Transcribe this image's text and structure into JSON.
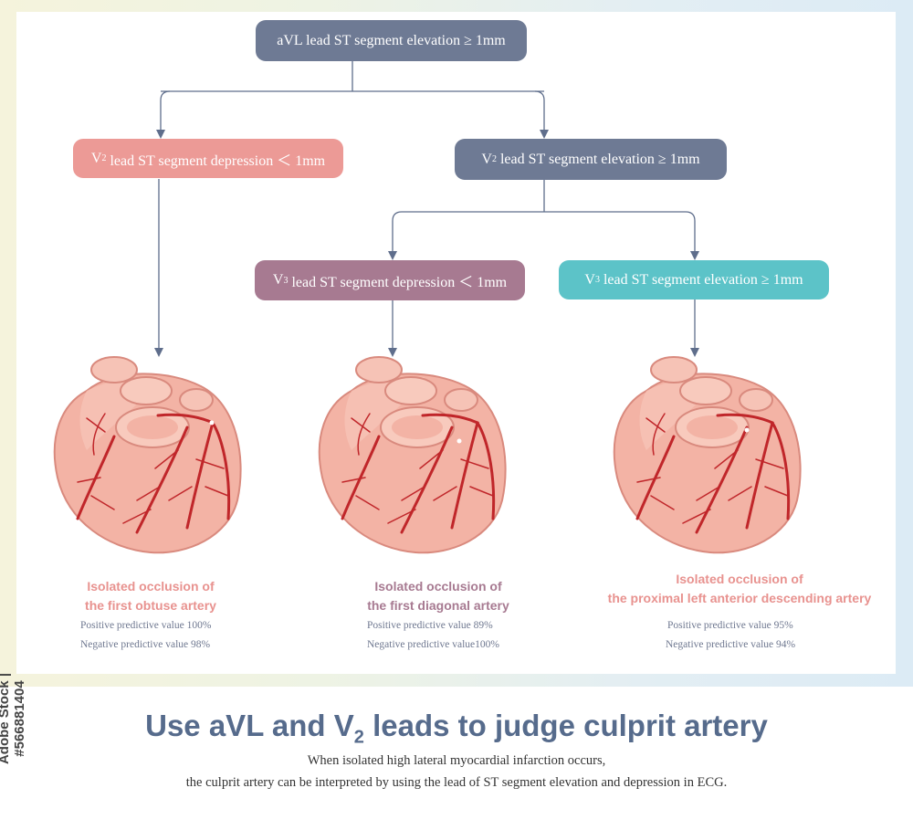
{
  "flowchart": {
    "root": "aVL lead ST segment elevation ≥ 1mm",
    "v2_depression": {
      "lead": "V",
      "sub": "2",
      "text": " lead ST segment depression ＜ 1mm"
    },
    "v2_elevation": {
      "lead": "V",
      "sub": "2",
      "text": " lead ST segment elevation ≥ 1mm"
    },
    "v3_depression": {
      "lead": "V",
      "sub": "3",
      "text": " lead ST segment depression ＜ 1mm"
    },
    "v3_elevation": {
      "lead": "V",
      "sub": "3",
      "text": " lead ST segment elevation ≥ 1mm"
    }
  },
  "outcomes": [
    {
      "line1": "Isolated occlusion of",
      "line2": "the first obtuse artery",
      "ppv": "Positive predictive value 100%",
      "npv": "Negative predictive value 98%"
    },
    {
      "line1": "Isolated occlusion of",
      "line2": "the first diagonal artery",
      "ppv": "Positive predictive value 89%",
      "npv": "Negative predictive value100%"
    },
    {
      "line1": "Isolated occlusion of",
      "line2": "the proximal left anterior descending artery",
      "ppv": "Positive predictive value 95%",
      "npv": "Negative predictive value 94%"
    }
  ],
  "footer": {
    "title_pre": "Use aVL and V",
    "title_sub": "2",
    "title_post": " leads to judge culprit artery",
    "desc_line1": "When isolated high lateral myocardial infarction occurs,",
    "desc_line2": "the culprit artery can be interpreted by using the lead of ST segment elevation and depression in ECG."
  },
  "watermark": "Adobe Stock | #566881404",
  "colors": {
    "slate": "#6e7a94",
    "pink": "#ec9a96",
    "mauve": "#a77a91",
    "teal": "#5cc3c8",
    "title": "#566b8c"
  }
}
